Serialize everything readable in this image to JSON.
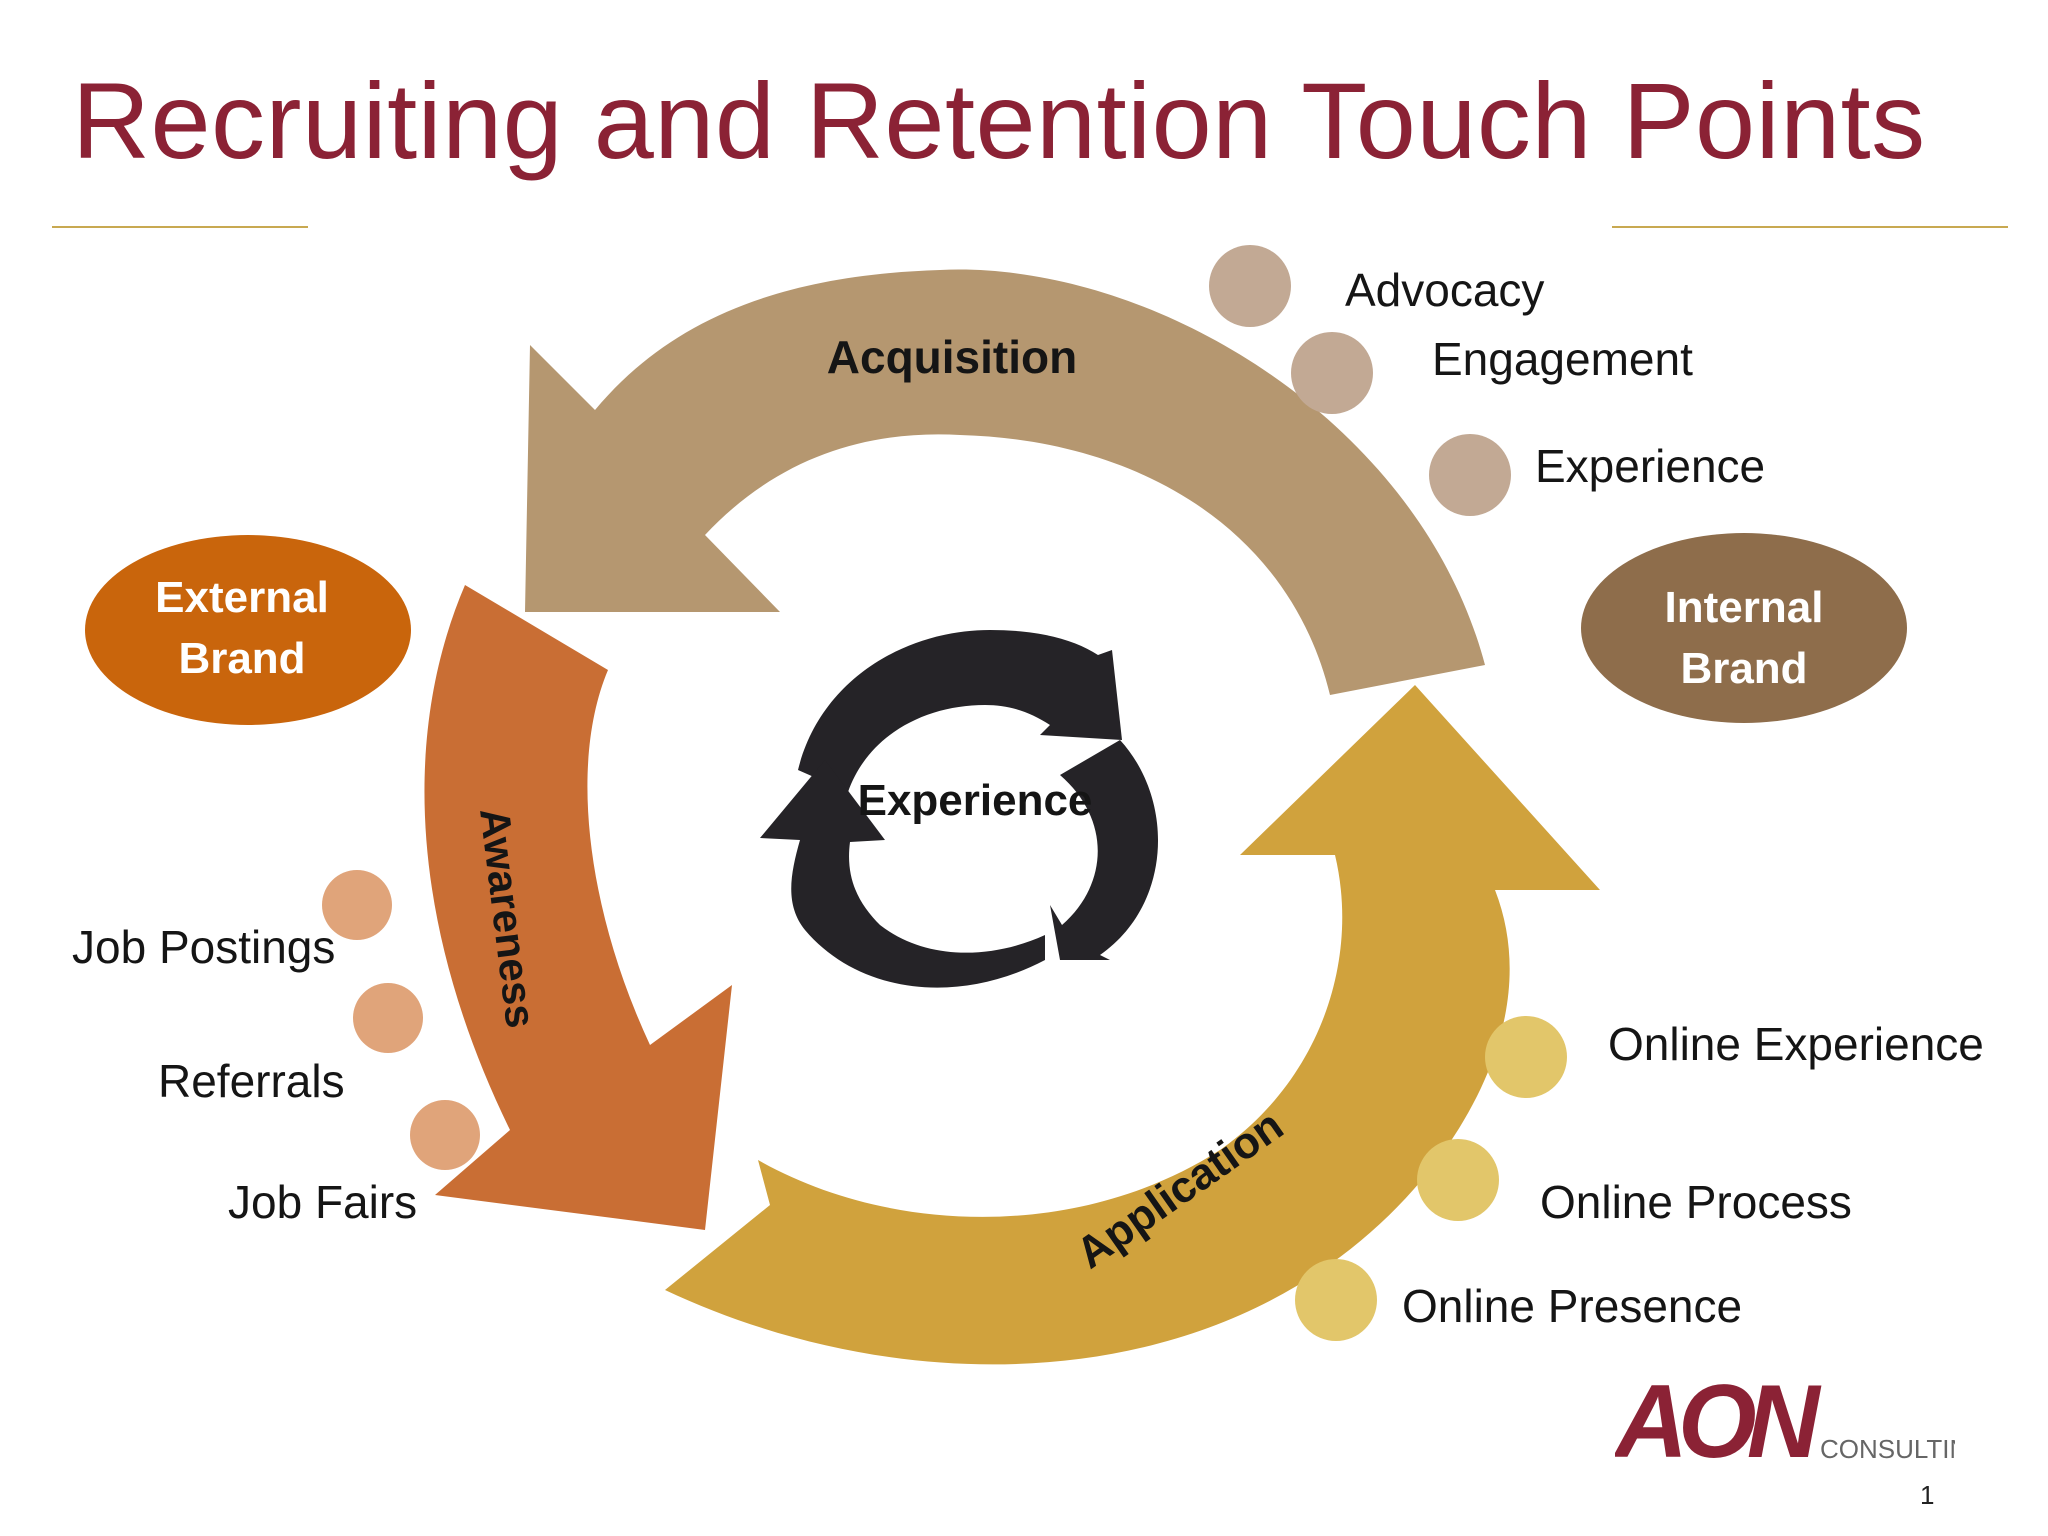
{
  "title": "Recruiting and Retention Touch Points",
  "center_label": "Experience",
  "stages": {
    "acquisition": "Acquisition",
    "awareness": "Awareness",
    "application": "Application"
  },
  "brands": {
    "external": [
      "External",
      "Brand"
    ],
    "internal": [
      "Internal",
      "Brand"
    ]
  },
  "touchpoints": {
    "internal": [
      "Advocacy",
      "Engagement",
      "Experience"
    ],
    "external": [
      "Job Postings",
      "Referrals",
      "Job Fairs"
    ],
    "online": [
      "Online Experience",
      "Online Process",
      "Online Presence"
    ]
  },
  "logo": {
    "mark": "AON",
    "sub": "CONSULTING"
  },
  "page_number": "1",
  "colors": {
    "title": "#8b2235",
    "acquisition": "#b59770",
    "awareness": "#c96e34",
    "application": "#d0a23d",
    "external_brand": "#c9650c",
    "internal_brand": "#8e6d4b",
    "dot_internal": "#c2a994",
    "dot_external": "#e0a47a",
    "dot_online": "#e2c66a",
    "center_arrows": "#252327",
    "rule": "#c8a951"
  }
}
